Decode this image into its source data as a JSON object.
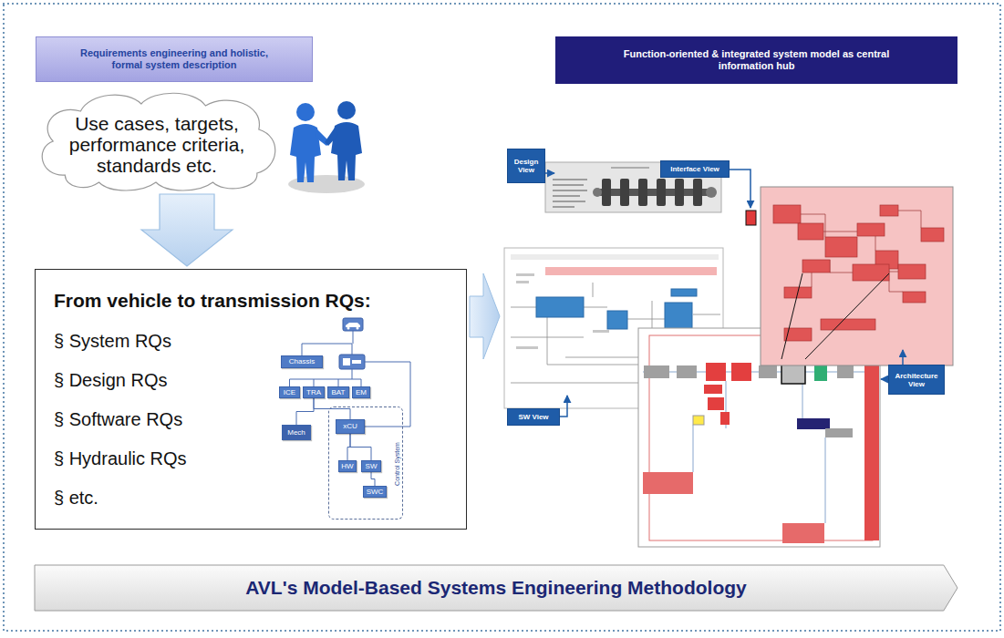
{
  "diagram": {
    "nodes": [
      {
        "text": [
          "Requirements engineering and holistic, formal system description"
        ]
      },
      {
        "text": [
          "Function-oriented & integrated system model as central information hub"
        ]
      },
      {
        "text": [
          "Use cases, targets, performance criteria, standards etc."
        ]
      },
      {
        "text": [
          "From vehicle to transmission RQs:",
          "§ System RQs",
          "§ Design RQs",
          "§ Software RQs",
          "§ Hydraulic RQs",
          "§ etc."
        ]
      },
      {
        "text": [
          "Chassis"
        ],
        "in": 3
      },
      {
        "text": [
          "ICE"
        ],
        "in": 3
      },
      {
        "text": [
          "TRA"
        ],
        "in": 3
      },
      {
        "text": [
          "BAT"
        ],
        "in": 3
      },
      {
        "text": [
          "EM"
        ],
        "in": 3
      },
      {
        "text": [
          "Mech"
        ],
        "in": 3
      },
      {
        "text": [
          "Control System"
        ],
        "in": 3
      },
      {
        "text": [
          "xCU"
        ],
        "in": 10
      },
      {
        "text": [
          "HW"
        ],
        "in": 10
      },
      {
        "text": [
          "SW"
        ],
        "in": 10
      },
      {
        "text": [
          "SWC"
        ],
        "in": 10
      },
      {
        "text": [
          "Design View"
        ]
      },
      {
        "text": [
          "Interface View"
        ]
      },
      {
        "text": [
          "SW View"
        ]
      },
      {
        "text": [
          "Architecture View"
        ]
      },
      {
        "text": [
          "AVL's Model-Based Systems Engineering Methodology"
        ]
      }
    ],
    "edges": [
      {
        "from": 2,
        "to": 3,
        "arrow": "to"
      },
      {
        "from": 6,
        "to": 9,
        "arrow": "none"
      },
      {
        "from": 6,
        "to": 11,
        "arrow": "none"
      },
      {
        "from": 11,
        "to": 12,
        "arrow": "none"
      },
      {
        "from": 11,
        "to": 13,
        "arrow": "none"
      },
      {
        "from": 13,
        "to": 14,
        "arrow": "none"
      }
    ]
  }
}
